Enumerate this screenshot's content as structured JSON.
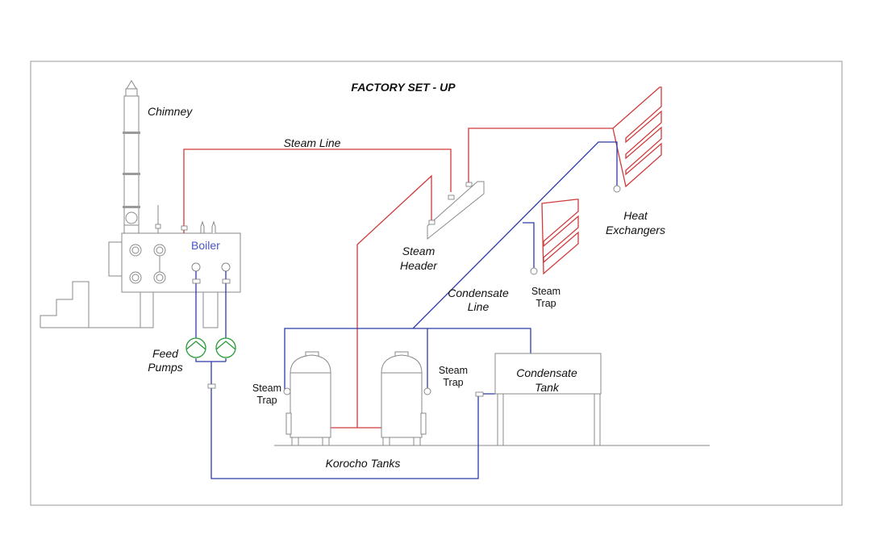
{
  "title": "FACTORY SET - UP",
  "labels": {
    "chimney": "Chimney",
    "steam_line": "Steam Line",
    "boiler": "Boiler",
    "steam_header": [
      "Steam",
      "Header"
    ],
    "heat_exchangers": [
      "Heat",
      "Exchangers"
    ],
    "condensate_line": [
      "Condensate",
      "Line"
    ],
    "steam_trap_exchanger": [
      "Steam",
      "Trap"
    ],
    "feed_pumps": [
      "Feed",
      "Pumps"
    ],
    "steam_trap_left": [
      "Steam",
      "Trap"
    ],
    "steam_trap_middle": [
      "Steam",
      "Trap"
    ],
    "condensate_tank": [
      "Condensate",
      "Tank"
    ],
    "korocho_tanks": "Korocho Tanks"
  },
  "colors": {
    "steam_line": "#d03a3a",
    "condensate_line": "#2e3aa8",
    "equipment": "#8a8a8a",
    "pump": "#2a9a3a",
    "boiler_label": "#4a55c8"
  }
}
